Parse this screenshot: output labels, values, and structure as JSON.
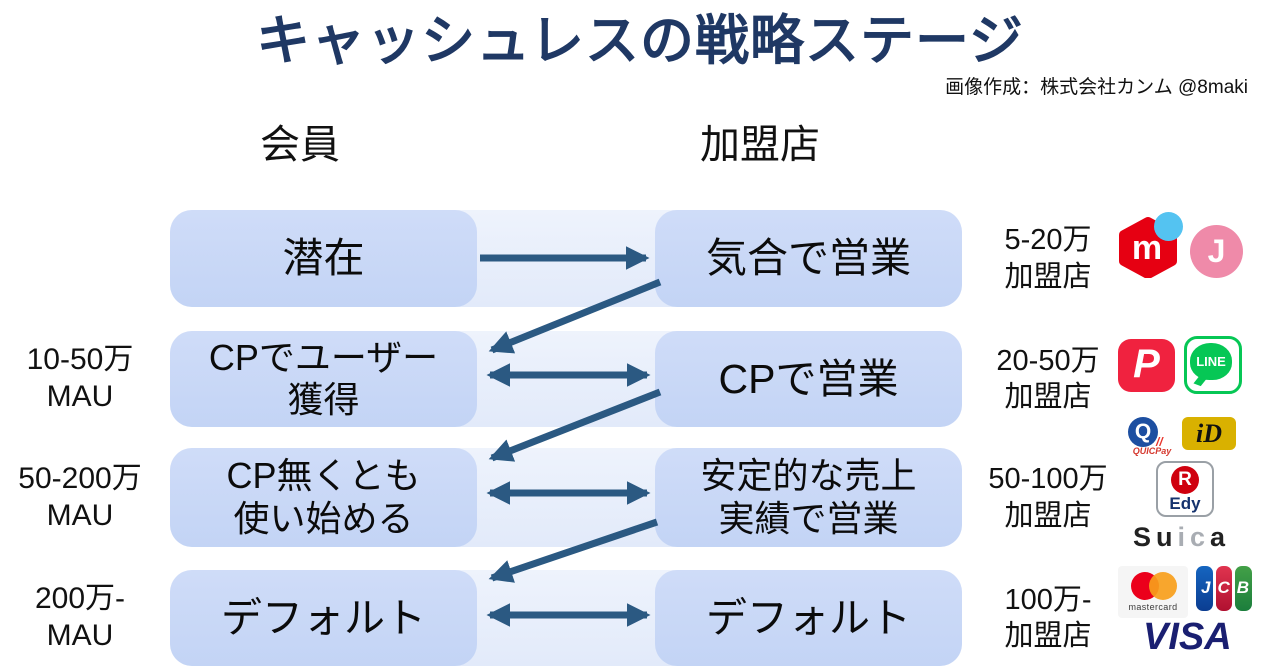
{
  "title": "キャッシュレスの戦略ステージ",
  "credit": "画像作成：株式会社カンム @8maki",
  "column_headers": {
    "members": "会員",
    "merchants": "加盟店"
  },
  "rows": [
    {
      "member_box": "潜在",
      "merchant_box": "気合で営業",
      "mau_label": "",
      "merchant_scale": "5-20万\n加盟店"
    },
    {
      "member_box": "CPでユーザー\n獲得",
      "merchant_box": "CPで営業",
      "mau_label": "10-50万\nMAU",
      "merchant_scale": "20-50万\n加盟店"
    },
    {
      "member_box": "CP無くとも\n使い始める",
      "merchant_box": "安定的な売上\n実績で営業",
      "mau_label": "50-200万\nMAU",
      "merchant_scale": "50-100万\n加盟店"
    },
    {
      "member_box": "デフォルト",
      "merchant_box": "デフォルト",
      "mau_label": "200万-\nMAU",
      "merchant_scale": "100万-\n加盟店"
    }
  ],
  "logos": {
    "mercari_letter": "m",
    "jcoin_letter": "J",
    "paypay_letter": "P",
    "line_label": "LINE",
    "quicpay_letter": "Q",
    "quicpay_slashes": "//",
    "quicpay_label": "QUICPay",
    "id_label": "iD",
    "edy_letter": "R",
    "edy_label": "Edy",
    "suica_dark1": "Su",
    "suica_light": "ic",
    "suica_dark2": "a",
    "mastercard_label": "mastercard",
    "jcb_label": "JCB",
    "visa_label": "VISA"
  },
  "colors": {
    "title_navy": "#1f3864",
    "box_fill": "#c9d9f7",
    "row_band": "#e6edfb",
    "arrow_navy": "#2b5982",
    "mercari_red": "#e60012",
    "mercari_blue": "#54c3f1",
    "jcoin_pink": "#ef8aa9",
    "paypay_red": "#f0223f",
    "line_green": "#06c755",
    "quicpay_blue": "#1d4fa1",
    "id_gold": "#d9b100",
    "edy_red": "#cf000e",
    "mastercard_red": "#eb001b",
    "mastercard_orange": "#f79e1b",
    "visa_blue": "#1a1f71"
  }
}
